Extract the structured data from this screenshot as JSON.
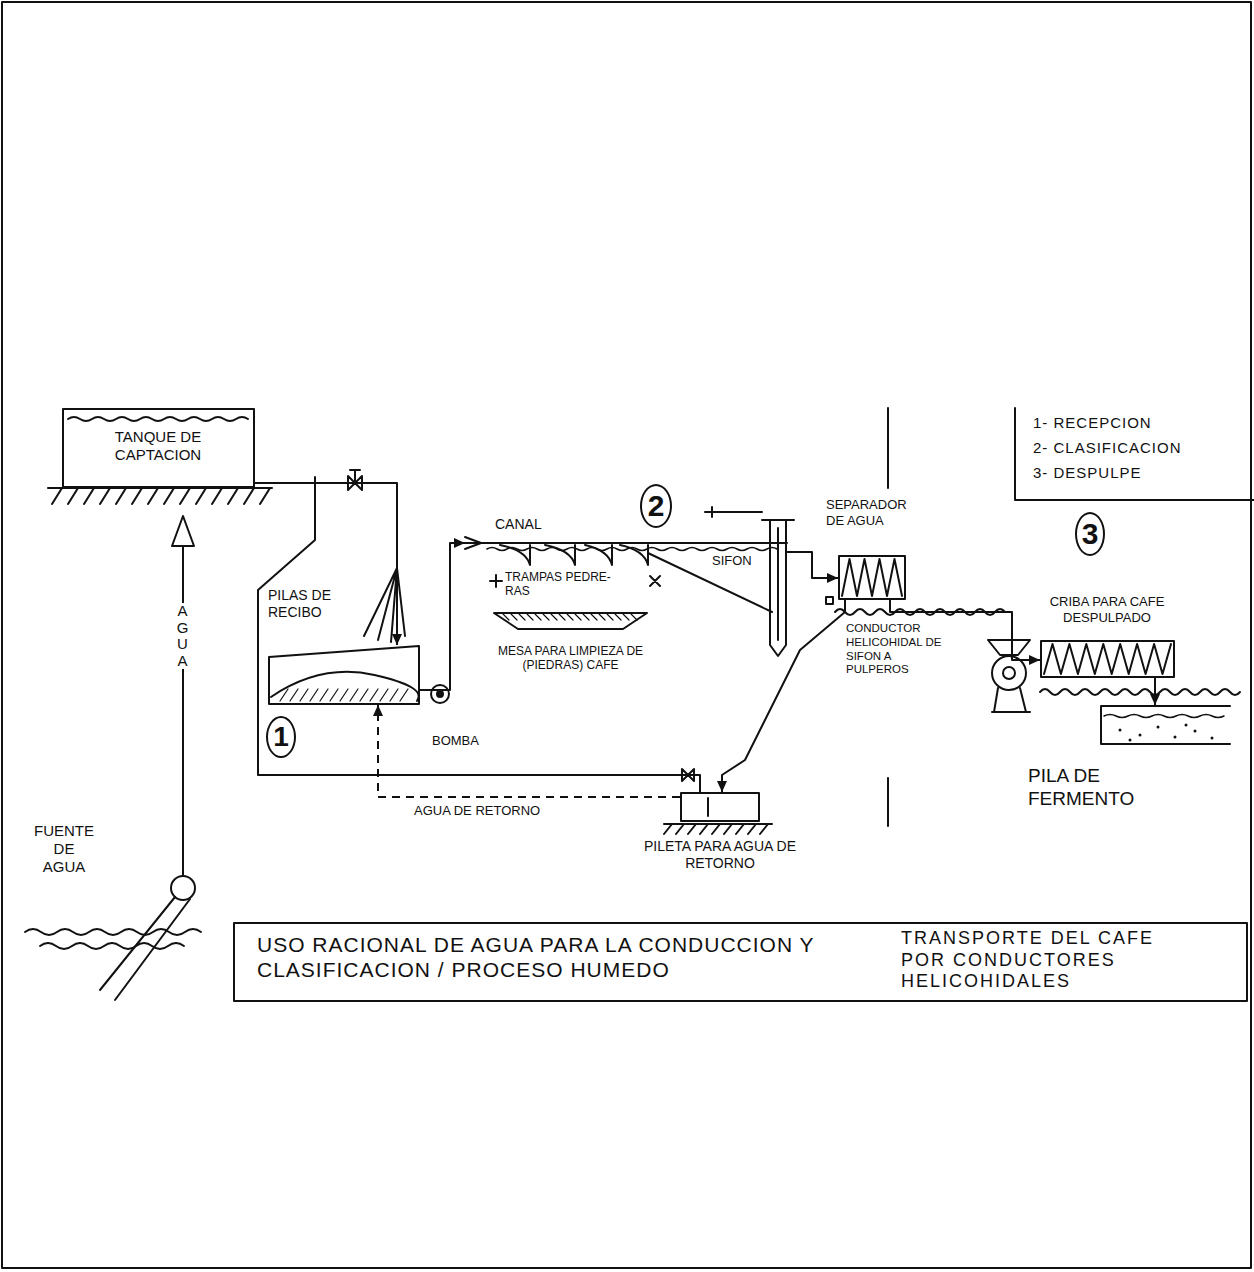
{
  "diagram": {
    "nodes": [
      {
        "text": [
          "TANQUE DE CAPTACION"
        ]
      },
      {
        "text": [
          "PILAS DE RECIBO"
        ]
      },
      {
        "text": [
          "CANAL"
        ]
      },
      {
        "text": [
          "MESA PARA LIMPIEZA DE (PIEDRAS) CAFE"
        ]
      },
      {
        "text": [
          "SEPARADOR DE AGUA"
        ]
      },
      {
        "text": [
          "CRIBA PARA CAFE DESPULPADO"
        ]
      },
      {
        "text": [
          "PILETA PARA AGUA DE RETORNO"
        ]
      },
      {
        "text": [
          "PILA DE FERMENTO"
        ]
      },
      {
        "text": [
          "USO RACIONAL DE AGUA PARA LA CONDUCCION Y CLASIFICACION / PROCESO HUMEDO",
          "TRANSPORTE DEL CAFE POR CONDUCTORES HELICOHIDALES"
        ]
      }
    ],
    "edges": [
      {
        "from": 0,
        "to": 1,
        "arrow": "to"
      },
      {
        "from": 1,
        "to": 2,
        "arrow": "to"
      },
      {
        "from": 2,
        "to": 4,
        "arrow": "to"
      },
      {
        "from": 4,
        "to": 6,
        "arrow": "to"
      },
      {
        "from": 6,
        "to": 1,
        "label": "AGUA DE RETORNO",
        "arrow": "to"
      },
      {
        "from": 0,
        "to": 6,
        "arrow": "none"
      },
      {
        "from": 4,
        "to": 5,
        "arrow": "to"
      },
      {
        "from": 5,
        "to": 7,
        "arrow": "to"
      }
    ],
    "labels": [
      "FUENTE DE AGUA",
      "AGUA",
      "1",
      "BOMBA",
      "2",
      "TRAMPAS PEDRE- RAS",
      "SIFON",
      "CONDUCTOR HELICOHIDAL DE SIFON A PULPEROS",
      "3"
    ],
    "legend": [
      {
        "text": "1- RECEPCION"
      },
      {
        "text": "2- CLASIFICACION"
      },
      {
        "text": "3- DESPULPE"
      }
    ]
  }
}
